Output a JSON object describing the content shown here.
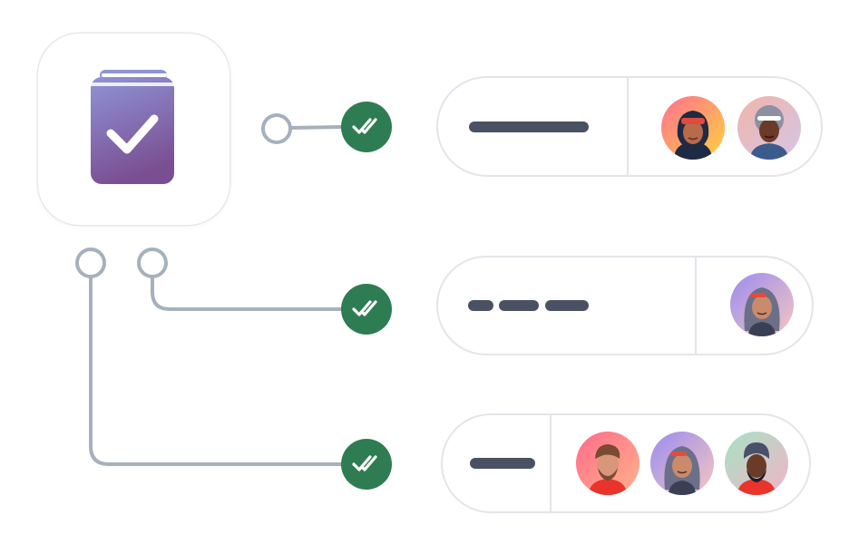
{
  "icons": {
    "app": "book-check-icon",
    "check": "double-check-icon"
  },
  "colors": {
    "line": "#a7b0bd",
    "check_badge": "#2e7d52",
    "bar": "#4a5163",
    "book_top": "#8f94d6",
    "book_bottom": "#7a4f92"
  },
  "rows": [
    {
      "checked": true,
      "avatars": [
        "avatar-hijab-woman",
        "avatar-curly-woman"
      ]
    },
    {
      "checked": true,
      "avatars": [
        "avatar-long-hair-woman"
      ]
    },
    {
      "checked": true,
      "avatars": [
        "avatar-bearded-man",
        "avatar-long-hair-woman",
        "avatar-turban-man"
      ]
    }
  ]
}
